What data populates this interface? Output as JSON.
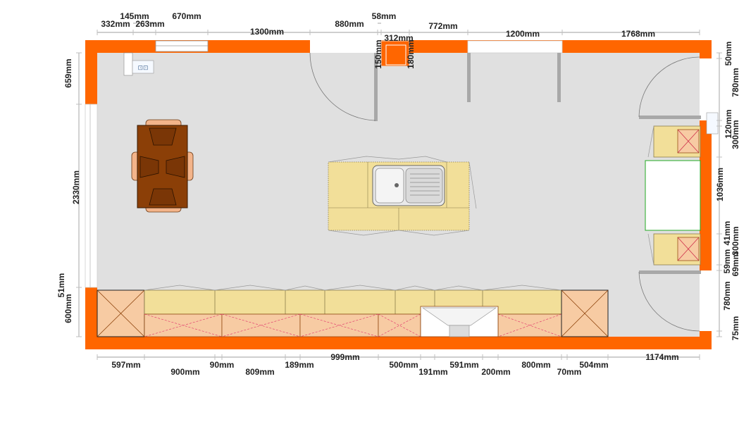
{
  "colors": {
    "wall": "#ff6600",
    "floor": "#e0e0e0",
    "cabinet": "#f2df99",
    "corner_cabinet": "#f7cba3",
    "table": "#8b3f07",
    "chair": "#f3b48a",
    "dim_line": "#bfbfbf",
    "fridge_outline": "#22aa22"
  },
  "dimensions": {
    "top": [
      "145mm",
      "332mm",
      "263mm",
      "670mm",
      "1300mm",
      "880mm",
      "58mm",
      "312mm",
      "772mm",
      "1200mm",
      "1768mm",
      "150mm",
      "180mm"
    ],
    "bottom": [
      "597mm",
      "900mm",
      "90mm",
      "809mm",
      "189mm",
      "999mm",
      "500mm",
      "191mm",
      "591mm",
      "200mm",
      "800mm",
      "70mm",
      "504mm",
      "1174mm"
    ],
    "left": [
      "659mm",
      "2330mm",
      "51mm",
      "600mm"
    ],
    "right": [
      "50mm",
      "780mm",
      "120mm",
      "300mm",
      "1036mm",
      "41mm",
      "300mm",
      "59mm",
      "69mm",
      "780mm",
      "75mm"
    ]
  }
}
